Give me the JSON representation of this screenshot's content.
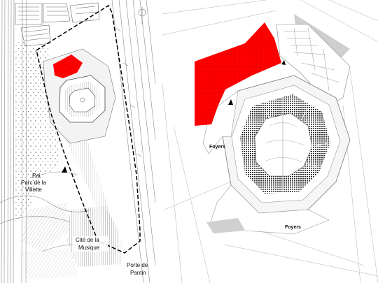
{
  "site_plan": {
    "labels": {
      "park_line1": "Pai",
      "park_line2": "Parc de la",
      "park_line3": "Villette",
      "cite_line1": "Cité de la",
      "cite_line2": "Musique",
      "porte_line1": "Porte de",
      "porte_line2": "Pantin"
    },
    "colors": {
      "highlight": "#ff0000",
      "boundary": "#000000",
      "line": "#8a8a8a"
    }
  },
  "floor_plan": {
    "labels": {
      "foyers_left": "Foyers",
      "foyers_bottom": "Foyers"
    },
    "colors": {
      "highlight": "#ff0000",
      "line": "#9a9a9a",
      "seating": "#333333"
    }
  }
}
